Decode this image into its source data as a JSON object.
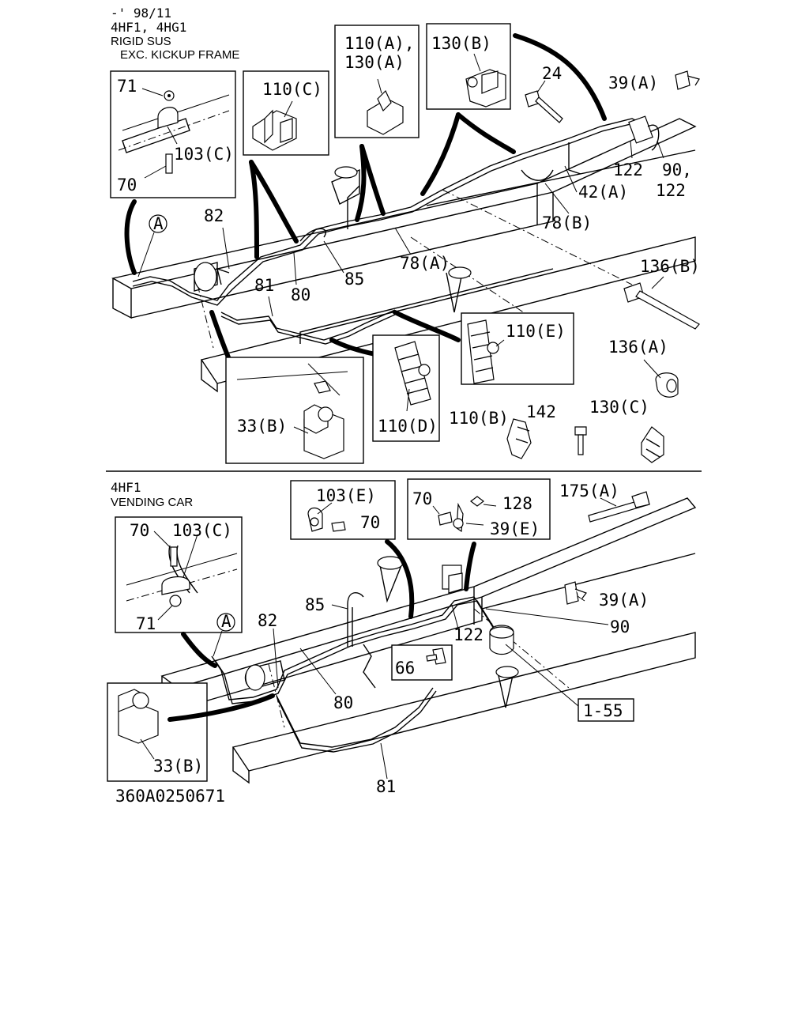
{
  "top_section": {
    "header": [
      "-' 98/11",
      "4HF1, 4HG1",
      "RIGID SUS",
      "EXC. KICKUP FRAME"
    ]
  },
  "bottom_section": {
    "header": [
      "4HF1",
      "VENDING CAR"
    ]
  },
  "labels_top": {
    "l71": "71",
    "l103c": "103(C)",
    "l70": "70",
    "l110c": "110(C)",
    "l110a": "110(A),",
    "l130a": "130(A)",
    "l130b": "130(B)",
    "l24": "24",
    "l39a": "39(A)",
    "l122": "122",
    "l90": "90,",
    "l122b": "122",
    "l42a": "42(A)",
    "l78b": "78(B)",
    "lA": "A",
    "l82": "82",
    "l81": "81",
    "l80": "80",
    "l85": "85",
    "l78a": "78(A)",
    "l136b": "136(B)",
    "l136a": "136(A)",
    "l110e": "110(E)",
    "l110d": "110(D)",
    "l33b": "33(B)",
    "l110b": "110(B)",
    "l142": "142",
    "l130c": "130(C)"
  },
  "labels_bottom": {
    "l103e": "103(E)",
    "l70a": "70",
    "l70b": "70",
    "l128": "128",
    "l39e": "39(E)",
    "l175a": "175(A)",
    "l70c": "70",
    "l103c": "103(C)",
    "l71": "71",
    "lA": "A",
    "l82": "82",
    "l85": "85",
    "l122": "122",
    "l39a": "39(A)",
    "l90": "90",
    "l66": "66",
    "l80": "80",
    "l1_55": "1-55",
    "l33b": "33(B)",
    "l81": "81"
  },
  "drawing_number": "360A0250671"
}
